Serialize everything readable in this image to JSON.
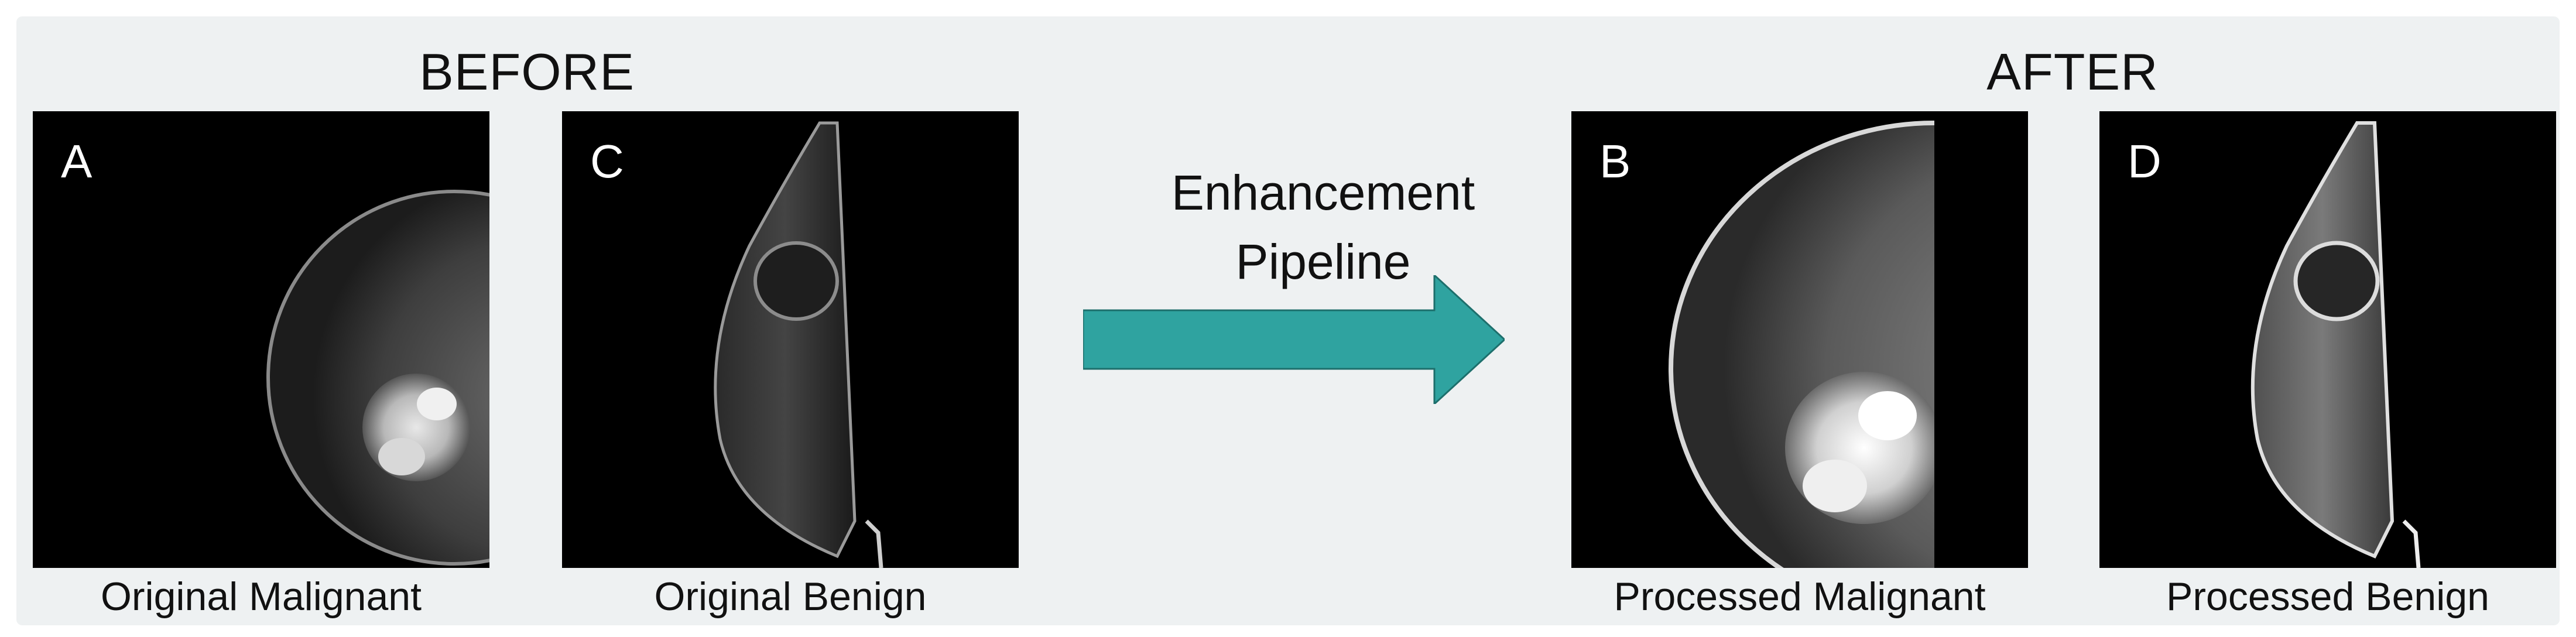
{
  "headings": {
    "before": "BEFORE",
    "after": "AFTER"
  },
  "pipeline": {
    "line1": "Enhancement",
    "line2": "Pipeline",
    "arrow_color": "#2fa3a0"
  },
  "panels": [
    {
      "letter": "A",
      "caption": "Original Malignant"
    },
    {
      "letter": "C",
      "caption": "Original Benign"
    },
    {
      "letter": "B",
      "caption": "Processed Malignant"
    },
    {
      "letter": "D",
      "caption": "Processed Benign"
    }
  ]
}
